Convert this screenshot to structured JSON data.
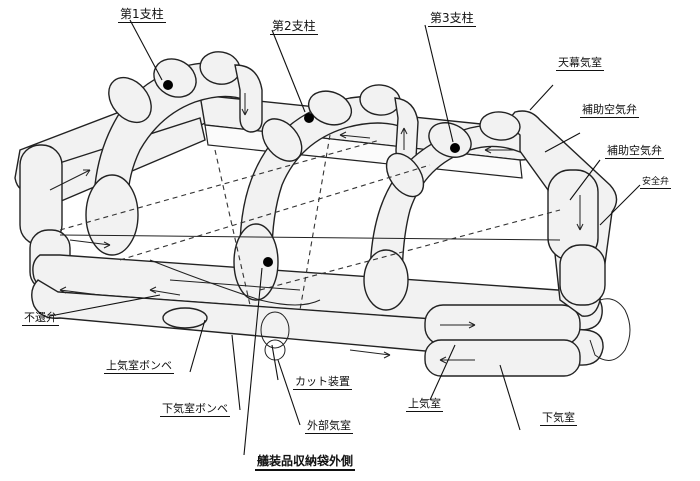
{
  "diagram": {
    "labels": {
      "pillar1": "第1支柱",
      "pillar2": "第2支柱",
      "pillar3": "第3支柱",
      "canopy_chamber": "天幕気室",
      "aux_valve_1": "補助空気弁",
      "aux_valve_2": "補助空気弁",
      "safety_valve": "安全弁",
      "check_valve": "不還弁",
      "upper_cylinder": "上気室ボンベ",
      "lower_cylinder": "下気室ボンベ",
      "cutter": "カット装置",
      "outer_chamber": "外部気室",
      "upper_chamber": "上気室",
      "lower_chamber": "下気室",
      "equipment_bag": "艤装品収納袋外側"
    },
    "colors": {
      "line": "#222222",
      "tube_fill": "#f2f2f2",
      "background": "#ffffff"
    }
  }
}
